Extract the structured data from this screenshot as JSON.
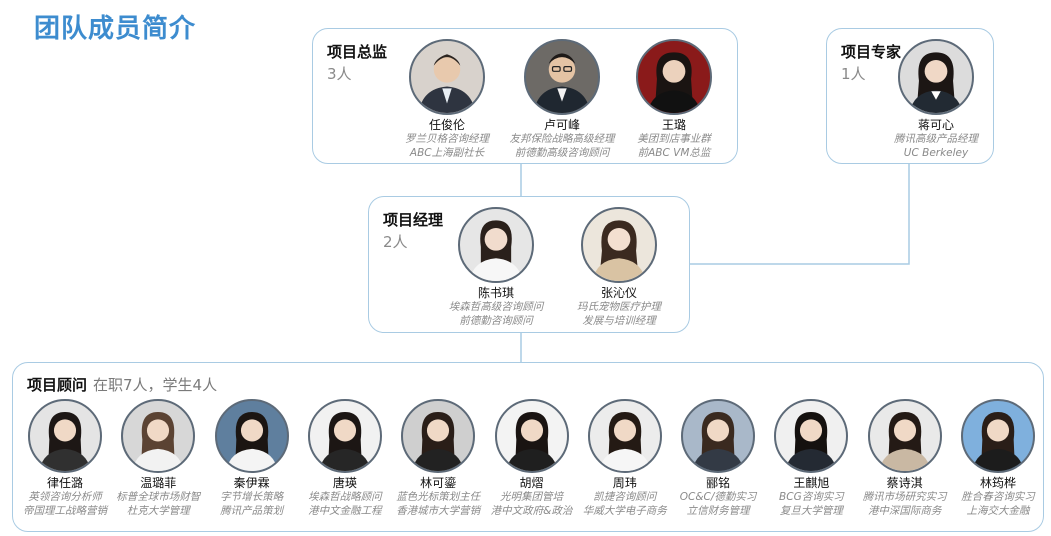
{
  "page": {
    "title": "团队成员简介"
  },
  "colors": {
    "title": "#3d8ccf",
    "border": "#a9cbe3",
    "desc": "#8a8a8a"
  },
  "groups": {
    "directors": {
      "title": "项目总监",
      "count": "3人",
      "members": [
        {
          "name": "任俊伦",
          "desc1": "罗兰贝格咨询经理",
          "desc2": "ABC上海副社长",
          "icon": "person-avatar-icon"
        },
        {
          "name": "卢可峰",
          "desc1": "友邦保险战略高级经理",
          "desc2": "前德勤高级咨询顾问",
          "icon": "person-avatar-icon"
        },
        {
          "name": "王璐",
          "desc1": "美团到店事业群",
          "desc2": "前ABC VM总监",
          "icon": "person-avatar-icon"
        }
      ]
    },
    "experts": {
      "title": "项目专家",
      "count": "1人",
      "members": [
        {
          "name": "蒋可心",
          "desc1": "腾讯高级产品经理",
          "desc2": "UC Berkeley",
          "icon": "person-avatar-icon"
        }
      ]
    },
    "managers": {
      "title": "项目经理",
      "count": "2人",
      "members": [
        {
          "name": "陈书琪",
          "desc1": "埃森哲高级咨询顾问",
          "desc2": "前德勤咨询顾问",
          "icon": "person-avatar-icon"
        },
        {
          "name": "张沁仪",
          "desc1": "玛氏宠物医疗护理",
          "desc2": "发展与培训经理",
          "icon": "person-avatar-icon"
        }
      ]
    },
    "consultants": {
      "title": "项目顾问",
      "note": "在职7人，学生4人",
      "members": [
        {
          "name": "律任潞",
          "desc1": "英领咨询分析师",
          "desc2": "帝国理工战略营销"
        },
        {
          "name": "温璐菲",
          "desc1": "标普全球市场财智",
          "desc2": "杜克大学管理"
        },
        {
          "name": "秦伊霖",
          "desc1": "字节增长策略",
          "desc2": "腾讯产品策划"
        },
        {
          "name": "唐瑛",
          "desc1": "埃森哲战略顾问",
          "desc2": "港中文金融工程"
        },
        {
          "name": "林可鎏",
          "desc1": "蓝色光标策划主任",
          "desc2": "香港城市大学营销"
        },
        {
          "name": "胡熠",
          "desc1": "光明集团管培",
          "desc2": "港中文政府&政治"
        },
        {
          "name": "周玮",
          "desc1": "凯捷咨询顾问",
          "desc2": "华威大学电子商务"
        },
        {
          "name": "郦铭",
          "desc1": "OC&C/德勤实习",
          "desc2": "立信财务管理"
        },
        {
          "name": "王麒旭",
          "desc1": "BCG咨询实习",
          "desc2": "复旦大学管理"
        },
        {
          "name": "蔡诗淇",
          "desc1": "腾讯市场研究实习",
          "desc2": "港中深国际商务"
        },
        {
          "name": "林筠桦",
          "desc1": "胜合春咨询实习",
          "desc2": "上海交大金融"
        }
      ]
    }
  }
}
